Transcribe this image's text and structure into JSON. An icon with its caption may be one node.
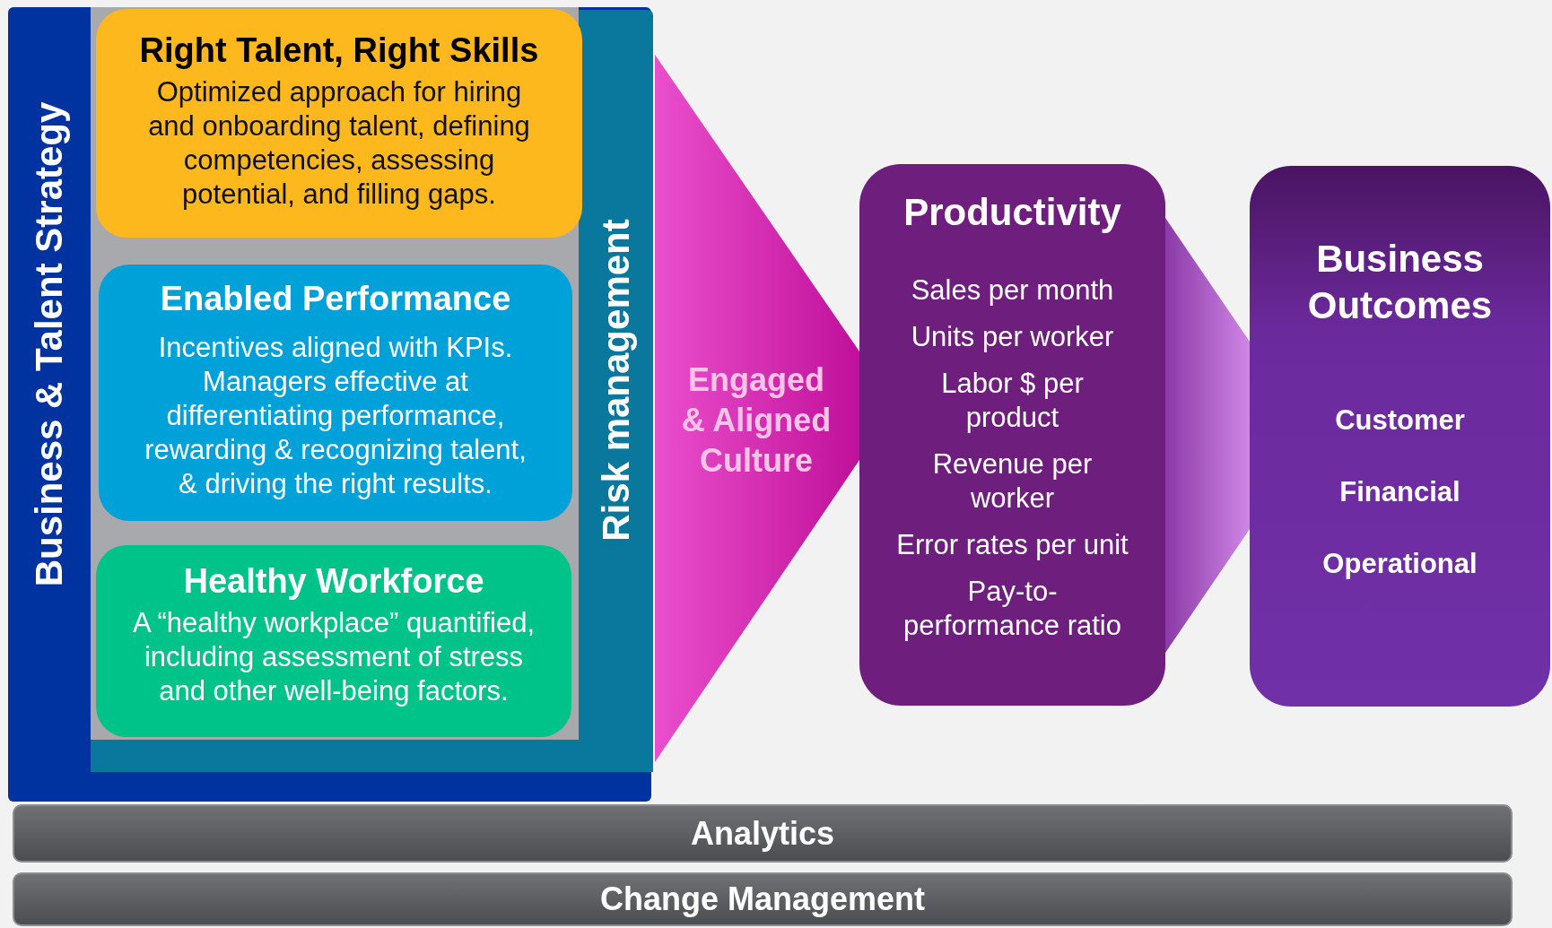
{
  "diagram": {
    "nodes": [
      {
        "text": [
          "Business & Talent Strategy"
        ]
      },
      {
        "text": [
          "Risk management"
        ],
        "in": 0
      },
      {
        "text": [
          "Right Talent, Right Skills",
          "Optimized approach for hiring and onboarding talent, defining competencies, assessing potential, and filling gaps."
        ],
        "in": 0
      },
      {
        "text": [
          "Enabled Performance",
          "Incentives aligned with KPIs. Managers effective at differentiating performance, rewarding & recognizing talent, & driving the right results."
        ],
        "in": 0
      },
      {
        "text": [
          "Healthy Workforce",
          "A “healthy workplace” quantified, including assessment of stress and other well-being factors."
        ],
        "in": 0
      },
      {
        "text": [
          "Engaged & Aligned Culture"
        ]
      },
      {
        "text": [
          "Productivity",
          "Sales per month",
          "Units per worker",
          "Labor $ per product",
          "Revenue per worker",
          "Error rates per unit",
          "Pay-to-performance ratio"
        ]
      },
      {
        "text": [
          "Business Outcomes",
          "Customer",
          "Financial",
          "Operational"
        ]
      },
      {
        "text": [
          "Analytics"
        ]
      },
      {
        "text": [
          "Change Management"
        ]
      }
    ],
    "edges": [
      {
        "from": 6,
        "to": 7,
        "arrow": "none"
      }
    ]
  }
}
